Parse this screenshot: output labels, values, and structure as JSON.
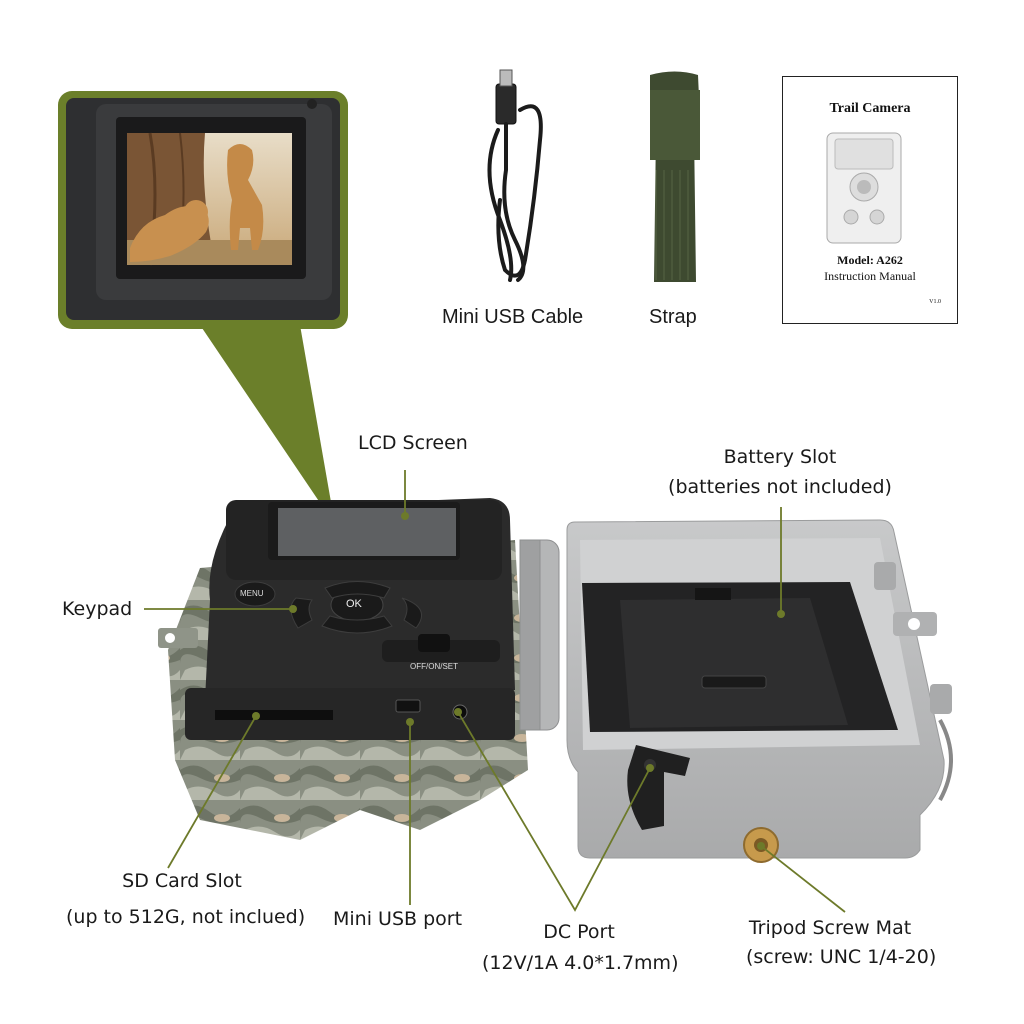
{
  "accessories": {
    "cable_label": "Mini USB Cable",
    "strap_label": "Strap",
    "manual": {
      "title": "Trail Camera",
      "model": "Model: A262",
      "subtitle": "Instruction Manual",
      "version": "V1.0"
    }
  },
  "callouts": {
    "lcd_screen": "LCD Screen",
    "battery_slot": "Battery Slot",
    "battery_note": "(batteries not included)",
    "keypad": "Keypad",
    "sd_card_slot": "SD Card Slot",
    "sd_card_note": "(up to 512G, not inclued)",
    "mini_usb_port": "Mini USB port",
    "dc_port": "DC Port",
    "dc_port_note": "(12V/1A 4.0*1.7mm)",
    "tripod_screw_mat": "Tripod Screw Mat",
    "tripod_note": "(screw: UNC 1/4-20)"
  },
  "device": {
    "menu_button": "MENU",
    "ok_button": "OK",
    "switch_label": "OFF/ON/SET"
  },
  "colors": {
    "callout_line": "#6d7a2a",
    "zoom_frame": "#6b7f2a",
    "device_body": "#2b2b2b",
    "case_grey": "#b9babb"
  }
}
